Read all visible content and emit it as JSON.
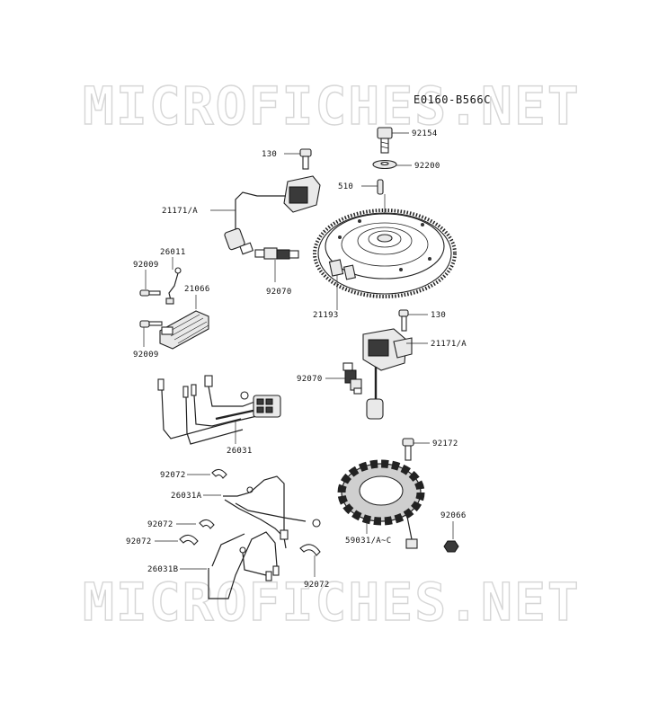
{
  "diagram": {
    "code": "E0160-B566C",
    "watermark": "MICROFICHES.NET",
    "labels": {
      "l92154": "92154",
      "l92200": "92200",
      "l130_top": "130",
      "l510": "510",
      "l21171_top": "21171/A",
      "l26011": "26011",
      "l92009_top": "92009",
      "l21066": "21066",
      "l92070_top": "92070",
      "l21193": "21193",
      "l130_mid": "130",
      "l92009_bot": "92009",
      "l21171_mid": "21171/A",
      "l92070_mid": "92070",
      "l26031": "26031",
      "l92172": "92172",
      "l92072_a": "92072",
      "l26031A": "26031A",
      "l92066": "92066",
      "l92072_b": "92072",
      "l59031": "59031/A~C",
      "l92072_c": "92072",
      "l26031B": "26031B",
      "l92072_d": "92072"
    }
  }
}
